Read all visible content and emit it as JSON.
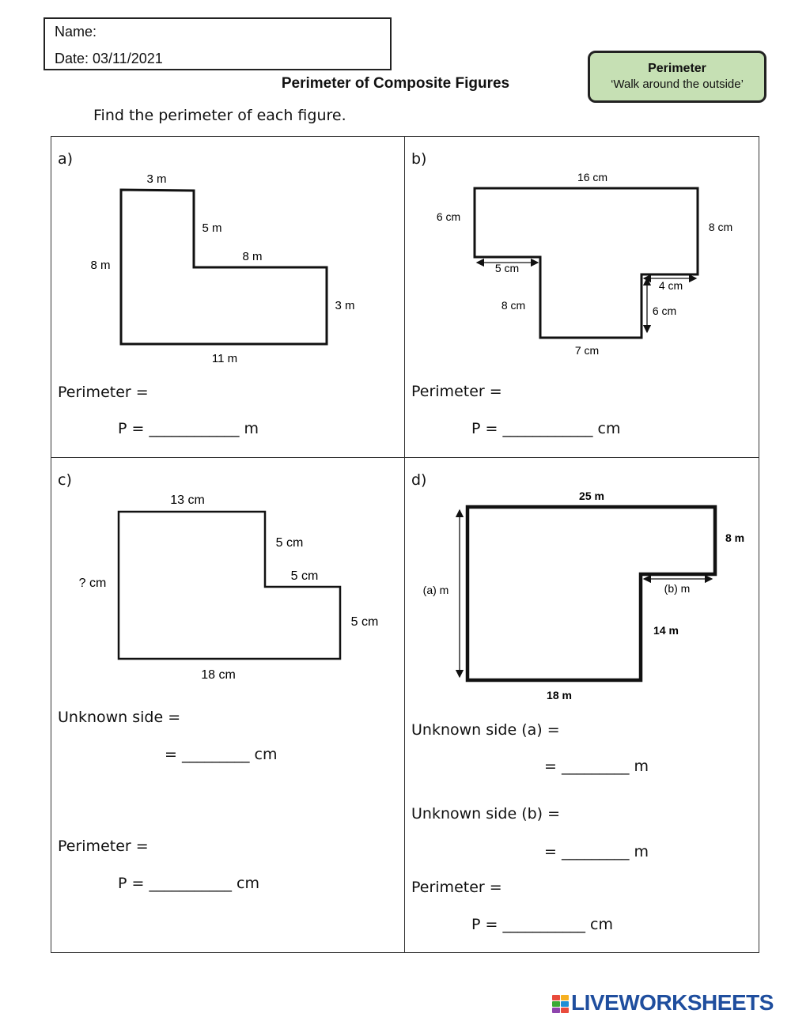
{
  "header": {
    "name_label": "Name:",
    "date_label": "Date: 03/11/2021",
    "title": "Perimeter of Composite Figures",
    "instruction": "Find the perimeter of each figure."
  },
  "callout": {
    "title": "Perimeter",
    "subtitle": "‘Walk around the outside’",
    "background": "#c6e0b4"
  },
  "problems": {
    "a": {
      "label": "a)",
      "dims": {
        "top": "3 m",
        "inner_vertical": "5 m",
        "inner_horizontal": "8 m",
        "left": "8 m",
        "right": "3 m",
        "bottom": "11 m"
      },
      "perimeter_label": "Perimeter =",
      "answer_line": "P = ____________ m"
    },
    "b": {
      "label": "b)",
      "dims": {
        "top": "16 cm",
        "left": "6 cm",
        "right": "8 cm",
        "left_step": "5 cm",
        "right_step": "4 cm",
        "left_inner": "8 cm",
        "right_inner": "6 cm",
        "bottom": "7 cm"
      },
      "perimeter_label": "Perimeter =",
      "answer_line": "P = ____________ cm"
    },
    "c": {
      "label": "c)",
      "dims": {
        "top": "13 cm",
        "inner_vertical": "5 cm",
        "inner_horizontal": "5 cm",
        "left": "? cm",
        "right": "5 cm",
        "bottom": "18 cm"
      },
      "unknown_label": "Unknown side =",
      "unknown_answer": "= _________ cm",
      "perimeter_label": "Perimeter =",
      "answer_line": "P = ___________ cm"
    },
    "d": {
      "label": "d)",
      "dims": {
        "top": "25 m",
        "right": "8 m",
        "left": "(a) m",
        "step": "(b) m",
        "inner_vertical": "14 m",
        "bottom": "18 m"
      },
      "unknown_a_label": "Unknown side (a) =",
      "unknown_a_answer": "= _________ m",
      "unknown_b_label": "Unknown side (b) =",
      "unknown_b_answer": "= _________ m",
      "perimeter_label": "Perimeter =",
      "answer_line": "P = ___________ cm"
    }
  },
  "footer": {
    "brand": "LIVEWORKSHEETS",
    "brand_color": "#1f4e9e"
  }
}
